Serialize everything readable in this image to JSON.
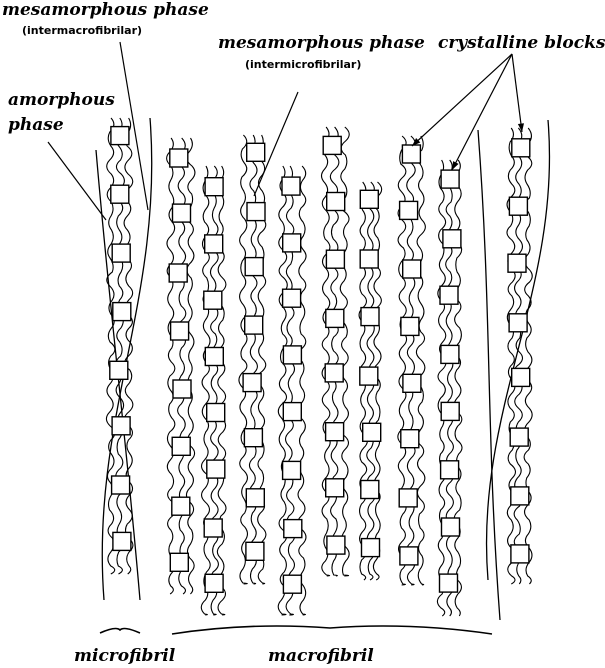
{
  "labels": {
    "meso_inter_macro": "mesamorphous phase",
    "meso_inter_macro_sub": "(intermacrofibrilar)",
    "meso_inter_micro": "mesamorphous phase",
    "meso_inter_micro_sub": "(intermicrofibrilar)",
    "crystalline": "crystalline blocks",
    "amorphous_line1": "amorphous",
    "amorphous_line2": "phase",
    "microfibril": "microfibril",
    "macrofibril": "macrofibril"
  },
  "colors": {
    "ink": "#000000",
    "background": "#ffffff"
  },
  "icons": [
    "crystalline-block",
    "fibril-chain",
    "leader-line",
    "brace"
  ]
}
